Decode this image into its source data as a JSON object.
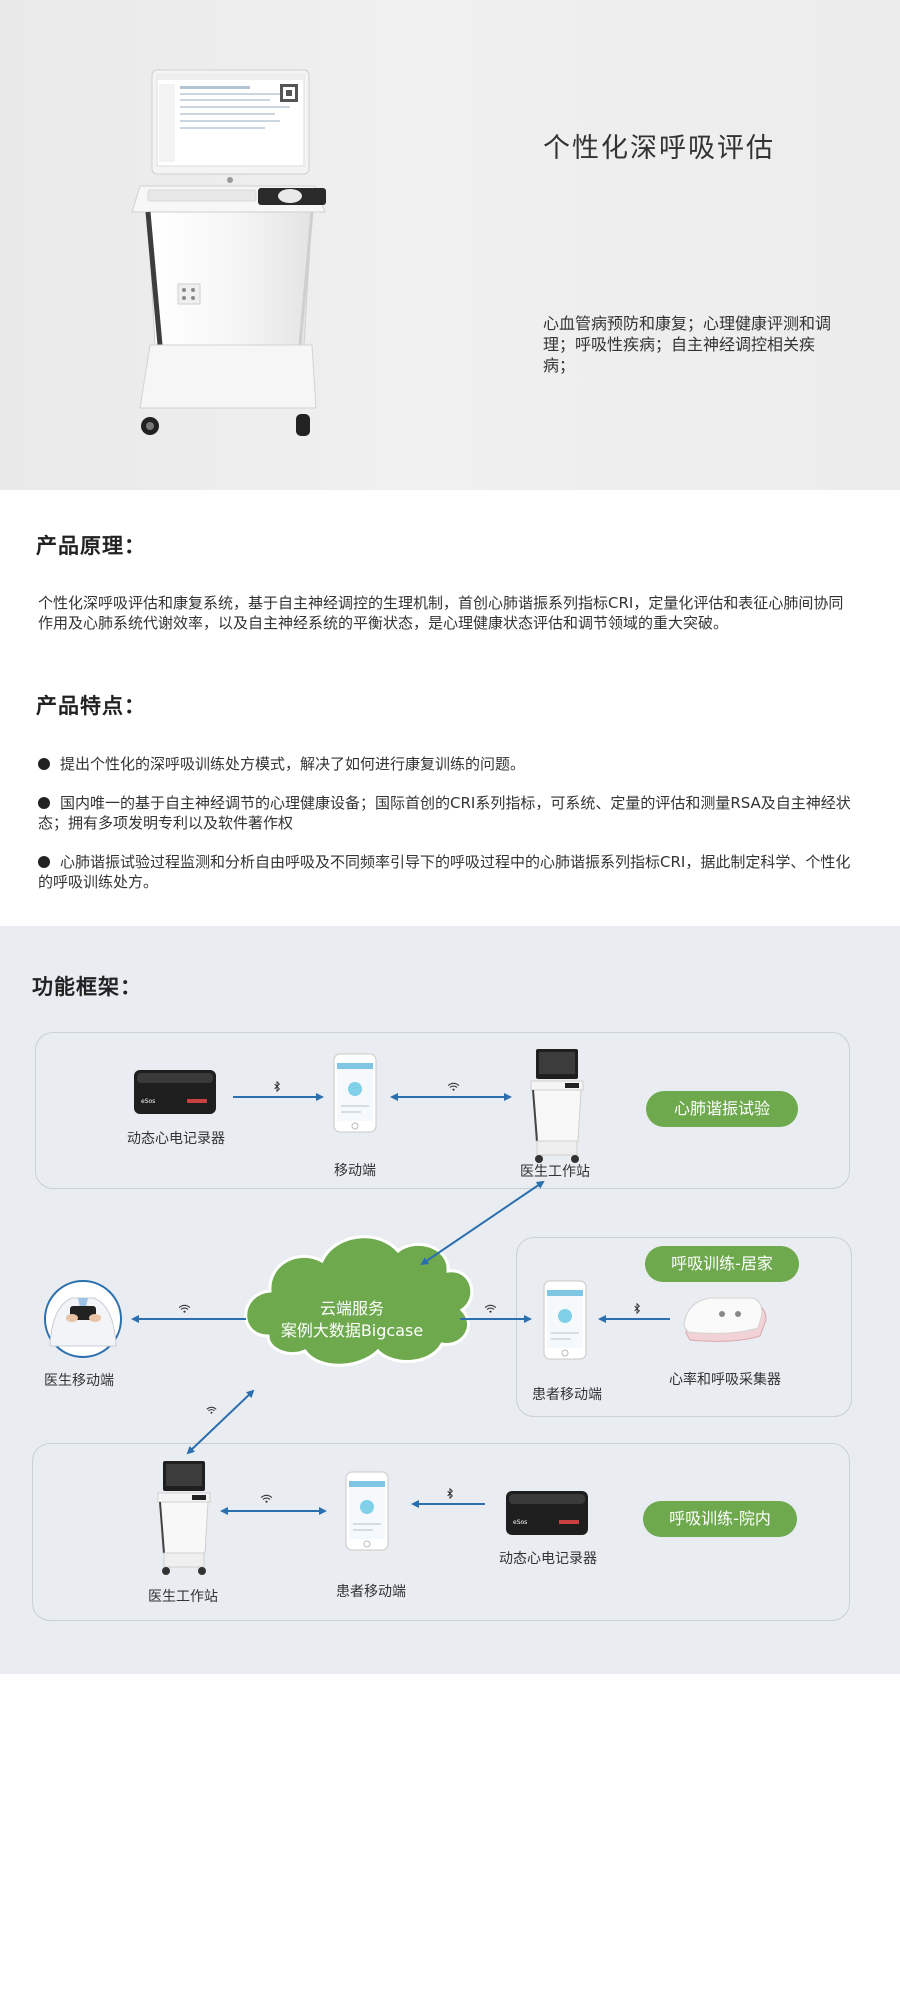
{
  "hero": {
    "title": "个性化深呼吸评估",
    "description": "心血管病预防和康复；心理健康评测和调理；呼吸性疾病；自主神经调控相关疾病；"
  },
  "principle": {
    "heading": "产品原理：",
    "text": "个性化深呼吸评估和康复系统，基于自主神经调控的生理机制，首创心肺谐振系列指标CRI，定量化评估和表征心肺间协同作用及心肺系统代谢效率，以及自主神经系统的平衡状态，是心理健康状态评估和调节领域的重大突破。"
  },
  "features": {
    "heading": "产品特点：",
    "items": [
      "提出个性化的深呼吸训练处方模式，解决了如何进行康复训练的问题。",
      "国内唯一的基于自主神经调节的心理健康设备；国际首创的CRI系列指标，可系统、定量的评估和测量RSA及自主神经状态；拥有多项发明专利以及软件著作权",
      "心肺谐振试验过程监测和分析自由呼吸及不同频率引导下的呼吸过程中的心肺谐振系列指标CRI，据此制定科学、个性化的呼吸训练处方。"
    ]
  },
  "framework": {
    "heading": "功能框架：",
    "colors": {
      "accent_green": "#6ea94e",
      "arrow_blue": "#2b6fae",
      "cloud_green": "#6ea94e"
    },
    "cloud": {
      "line1": "云端服务",
      "line2": "案例大数据Bigcase"
    },
    "groups": {
      "resonance_test": {
        "tag": "心肺谐振试验",
        "labels": {
          "recorder": "动态心电记录器",
          "mobile": "移动端",
          "workstation": "医生工作站"
        }
      },
      "home_training": {
        "tag": "呼吸训练-居家",
        "labels": {
          "patient_mobile": "患者移动端",
          "collector": "心率和呼吸采集器"
        }
      },
      "hospital_training": {
        "tag": "呼吸训练-院内",
        "labels": {
          "workstation": "医生工作站",
          "patient_mobile": "患者移动端",
          "recorder": "动态心电记录器"
        }
      }
    },
    "doctor_mobile_label": "医生移动端"
  }
}
